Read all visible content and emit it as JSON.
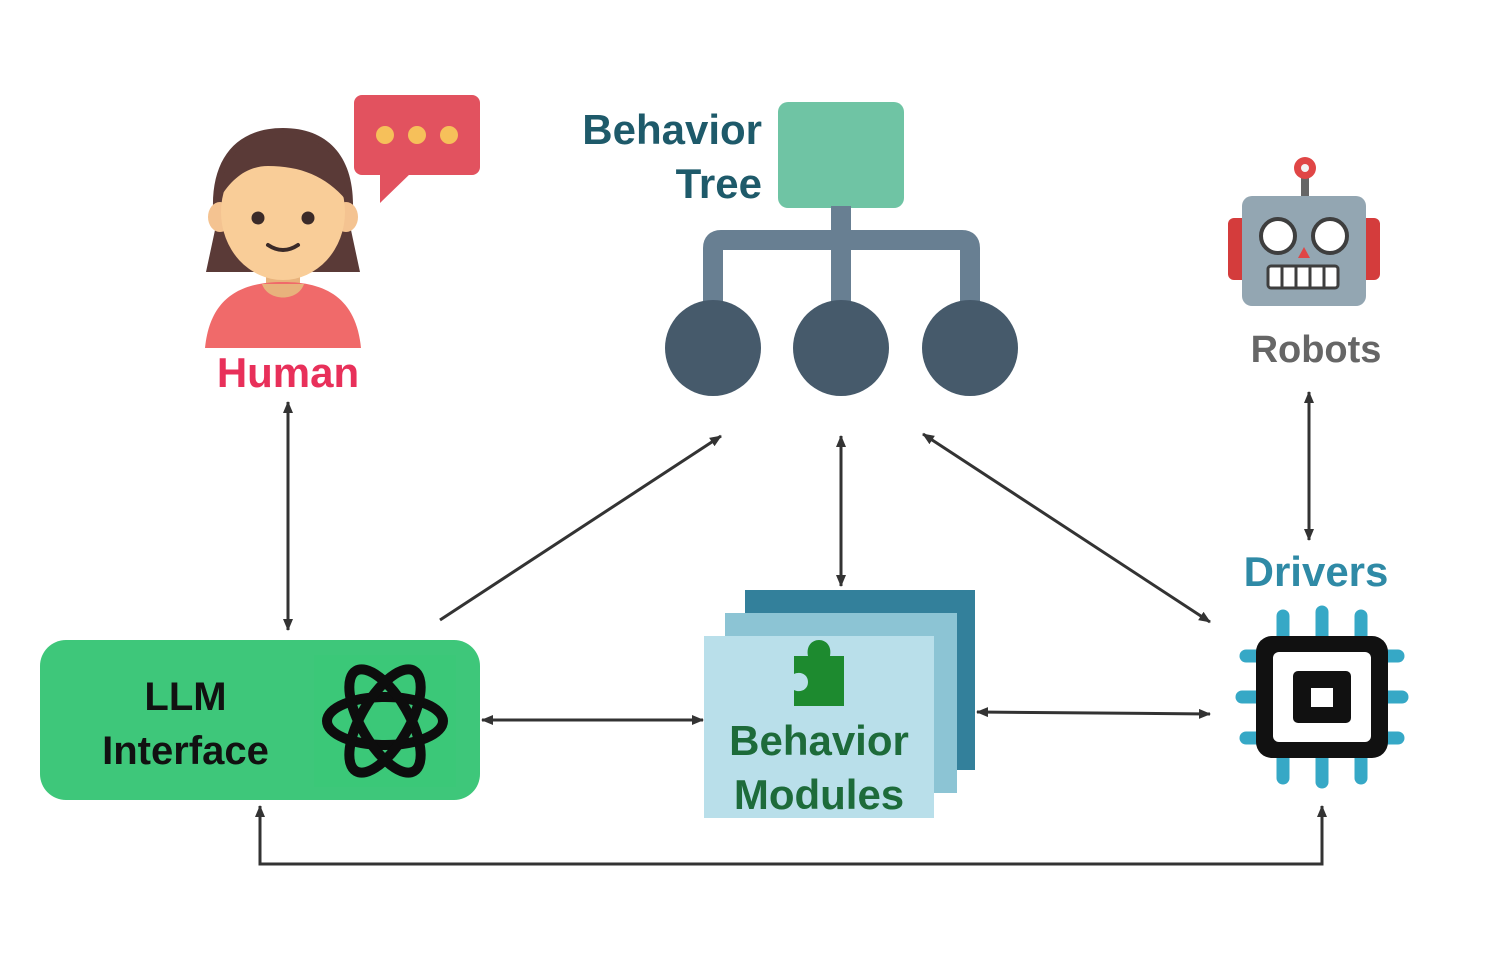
{
  "nodes": {
    "human": {
      "label": "Human",
      "color": "#e8305a"
    },
    "behavior_tree": {
      "label_line1": "Behavior",
      "label_line2": "Tree",
      "color": "#1e5a6a"
    },
    "robots": {
      "label": "Robots",
      "color": "#666666"
    },
    "drivers": {
      "label": "Drivers",
      "color": "#2f8aa6"
    },
    "llm_interface": {
      "label_line1": "LLM",
      "label_line2": "Interface",
      "color": "#111111",
      "box_color": "#3ec77a"
    },
    "behavior_modules": {
      "label_line1": "Behavior",
      "label_line2": "Modules",
      "color": "#1d6b3a"
    }
  },
  "icons": {
    "human": "person-icon",
    "speech": "speech-bubble-icon",
    "tree": "behavior-tree-icon",
    "robot": "robot-icon",
    "chip": "chip-icon",
    "openai": "openai-logo-icon",
    "puzzle": "puzzle-piece-icon"
  },
  "colors": {
    "tree_root": "#6fc4a4",
    "tree_leaf": "#465a6b",
    "tree_branch": "#687f92",
    "module_back": "#33809b",
    "module_mid": "#8cc4d4",
    "module_front": "#b9dfea",
    "speech_bubble": "#e2525f",
    "arrow": "#333333"
  },
  "edges": [
    {
      "from": "human",
      "to": "llm_interface",
      "style": "bidirectional"
    },
    {
      "from": "llm_interface",
      "to": "behavior_tree",
      "style": "directed"
    },
    {
      "from": "behavior_tree",
      "to": "behavior_modules",
      "style": "bidirectional"
    },
    {
      "from": "behavior_tree",
      "to": "drivers",
      "style": "bidirectional"
    },
    {
      "from": "robots",
      "to": "drivers",
      "style": "bidirectional"
    },
    {
      "from": "llm_interface",
      "to": "behavior_modules",
      "style": "bidirectional"
    },
    {
      "from": "behavior_modules",
      "to": "drivers",
      "style": "bidirectional"
    },
    {
      "from": "llm_interface",
      "to": "drivers",
      "style": "bidirectional"
    }
  ]
}
